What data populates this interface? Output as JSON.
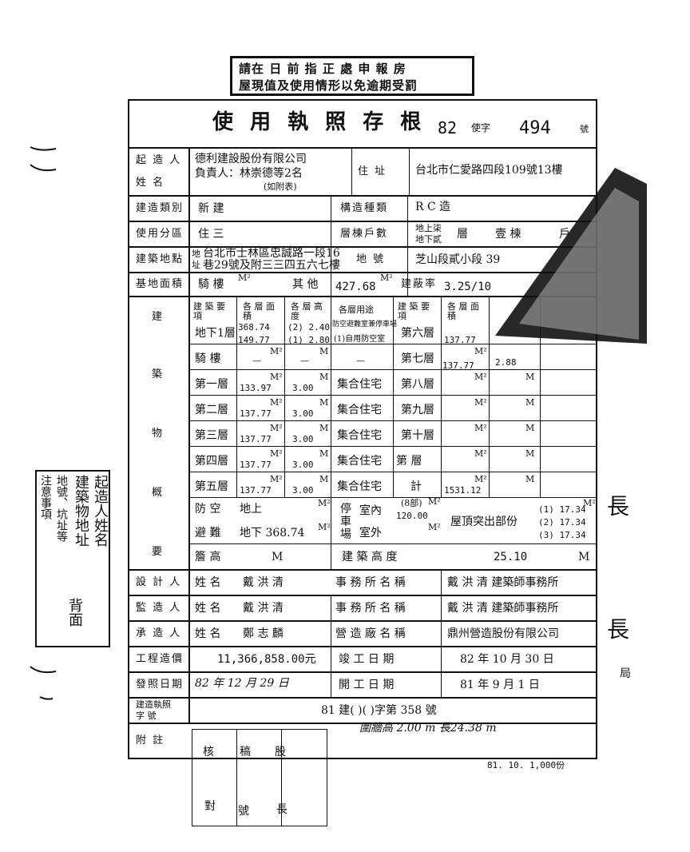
{
  "stamp": {
    "line1": "請在 日 前 指 正 處 申 報 房",
    "line2": "屋現值及使用情形以免逾期受罰"
  },
  "header": {
    "title": "使 用 執 照 存 根",
    "year": "82",
    "char": "使字",
    "number": "494",
    "suffix": "號"
  },
  "builder": {
    "label_a": "起 造 人",
    "label_b": "姓      名",
    "name": "德利建設股份有限公司",
    "rep": "負責人：林崇德等2名",
    "note": "(如附表)",
    "addr_label": "住   址",
    "address": "台北市仁愛路四段109號13樓"
  },
  "row_type": {
    "label": "建造類別",
    "value": "新  建",
    "struct_label": "構造種類",
    "struct_value": "R C 造"
  },
  "row_zone": {
    "label": "使用分區",
    "value": "住  三",
    "floors_label": "層棟戶數",
    "floors_above": "地上柒",
    "floors_below": "地下貳",
    "floors_unit": "層",
    "floors_dong": "壹  棟",
    "floors_hu": "戶"
  },
  "row_site": {
    "label": "建築地點",
    "prefix_a": "地",
    "prefix_b": "址",
    "line1": "台北市士林區忠誠路一段16",
    "line2": "巷29號及附三三四五六七樓",
    "lot_label": "地   號",
    "lot_value": "芝山段貳小段  39"
  },
  "row_area": {
    "label": "基地面積",
    "arcade": "騎  樓",
    "other": "其  他",
    "other_value": "427.68",
    "unit": "M²",
    "coverage_label": "建蔽率",
    "coverage_value": "3.25/10"
  },
  "building": {
    "side_label": [
      "建",
      "築",
      "物",
      "概",
      "要"
    ],
    "head_floor": "建 築 要 項",
    "head_area": "各 層 面 積",
    "head_height": "各 層 高 度",
    "head_use": "各層用途",
    "head_floor_r": "建 築 要 項",
    "head_area_r": "各 層 面 積",
    "left_rows": [
      {
        "floor": "地下1層",
        "area": "368.74",
        "area2": "149.77",
        "height": "(2) 2.40",
        "height2": "(1) 2.80",
        "use": "防空避難室兼停車場",
        "use2": "(1)自用防空室"
      },
      {
        "floor": "騎  樓",
        "area": "—",
        "area2": "",
        "height": "—",
        "height2": "",
        "use": "—",
        "use2": ""
      },
      {
        "floor": "第一層",
        "area": "133.97",
        "area2": "",
        "height": "3.00",
        "height2": "",
        "use": "集合住宅",
        "use2": ""
      },
      {
        "floor": "第二層",
        "area": "137.77",
        "area2": "",
        "height": "3.00",
        "height2": "",
        "use": "集合住宅",
        "use2": ""
      },
      {
        "floor": "第三層",
        "area": "137.77",
        "area2": "",
        "height": "3.00",
        "height2": "",
        "use": "集合住宅",
        "use2": ""
      },
      {
        "floor": "第四層",
        "area": "137.77",
        "area2": "",
        "height": "3.00",
        "height2": "",
        "use": "集合住宅",
        "use2": ""
      },
      {
        "floor": "第五層",
        "area": "137.77",
        "area2": "",
        "height": "3.00",
        "height2": "",
        "use": "集合住宅",
        "use2": ""
      }
    ],
    "right_rows": [
      {
        "floor": "第六層",
        "area": "137.77"
      },
      {
        "floor": "第七層",
        "area": "137.77",
        "height": "2.88"
      },
      {
        "floor": "第八層",
        "area": ""
      },
      {
        "floor": "第九層",
        "area": ""
      },
      {
        "floor": "第十層",
        "area": ""
      },
      {
        "floor": "第    層",
        "area": ""
      },
      {
        "floor": "計",
        "area": "1531.12"
      }
    ],
    "unit_m2": "M²",
    "unit_m": "M",
    "shelter_a": "防   空",
    "shelter_b": "避   難",
    "shelter_above": "地上",
    "shelter_below": "地下 368.74",
    "parking_a": "停",
    "parking_b": "車",
    "parking_c": "場",
    "parking_in": "室內",
    "parking_out": "室外",
    "parking_note": "(8部)",
    "parking_value": "120.00",
    "roof_label": "屋頂突出部份",
    "roof_values": [
      "(1) 17.34",
      "(2) 17.34",
      "(3) 17.34"
    ],
    "eave_label": "簷  高",
    "eave_value": "M",
    "height_label": "建   築   高   度",
    "height_value": "25.10",
    "height_unit": "M"
  },
  "designer": {
    "label": "設 計 人",
    "name_label": "姓   名",
    "name": "戴 洪 清",
    "office_label": "事 務 所 名 稱",
    "office": "戴 洪 清  建築師事務所"
  },
  "supervisor": {
    "label": "監 造 人",
    "name_label": "姓   名",
    "name": "戴 洪 清",
    "office_label": "事 務 所 名 稱",
    "office": "戴 洪 清  建築師事務所"
  },
  "contractor": {
    "label": "承 造 人",
    "name_label": "姓   名",
    "name": "鄭 志 麟",
    "office_label": "營 造 廠 名 稱",
    "office": "鼎州營造股份有限公司"
  },
  "cost": {
    "label": "工程造價",
    "value": "11,366,858.00元",
    "done_label": "竣   工   日   期",
    "done": "82  年   10  月   30   日"
  },
  "issue": {
    "label": "發照日期",
    "value": "82 年  12 月  29 日",
    "start_label": "開   工   日   期",
    "start": "81  年   9   月   1   日"
  },
  "permit": {
    "label_a": "建造執照",
    "label_b": "字      號",
    "value": "81  建(          )(          )字第    358        號"
  },
  "notes": {
    "label": "附   註",
    "value": "圍牆高 2.00 m 長24.38 m"
  },
  "footer": {
    "print": "81. 10. 1,000份"
  },
  "bottom_stamp": {
    "c1": "核",
    "c2": "稿",
    "c3": "股",
    "c4": "長",
    "c5": "對",
    "c6": "號"
  },
  "side_note": {
    "col1": "起造人姓名",
    "col2": "建築物地址",
    "col3": "地號、坑址等",
    "col4": "注意事項",
    "back": "背面"
  },
  "right_margin": [
    "長",
    "長",
    "局"
  ]
}
